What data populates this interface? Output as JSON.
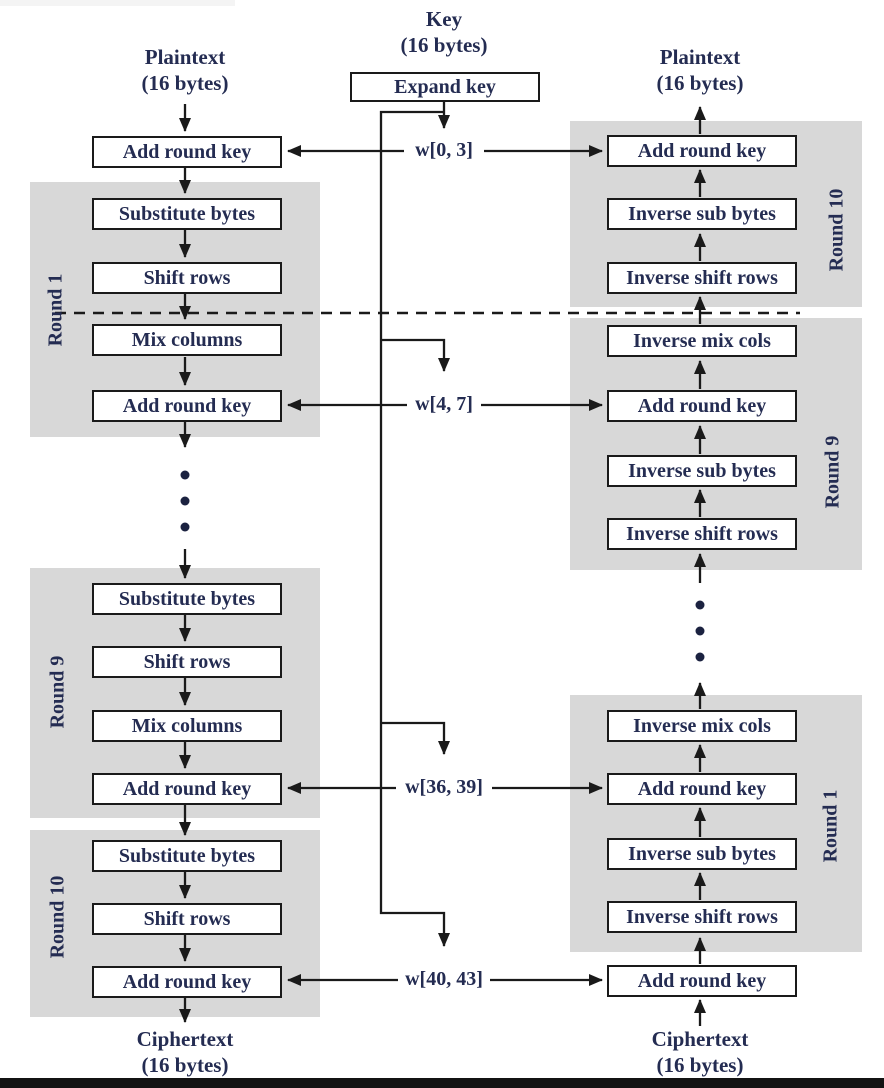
{
  "diagram": {
    "plaintext_top_left": {
      "line1": "Plaintext",
      "line2": "(16 bytes)"
    },
    "key_top": {
      "line1": "Key",
      "line2": "(16 bytes)"
    },
    "plaintext_top_right": {
      "line1": "Plaintext",
      "line2": "(16 bytes)"
    },
    "expand_key_label": "Expand key",
    "initial_add_round_key": "Add round key",
    "final_add_round_key": "Add round key",
    "ciphertext_bottom_left": {
      "line1": "Ciphertext",
      "line2": "(16 bytes)"
    },
    "ciphertext_bottom_right": {
      "line1": "Ciphertext",
      "line2": "(16 bytes)"
    },
    "w_labels": [
      "w[0, 3]",
      "w[4, 7]",
      "w[36, 39]",
      "w[40, 43]"
    ],
    "encryption_rounds": [
      {
        "label": "Round 1",
        "steps": [
          "Substitute bytes",
          "Shift rows",
          "Mix columns",
          "Add round key"
        ]
      },
      {
        "label": "Round 9",
        "steps": [
          "Substitute bytes",
          "Shift rows",
          "Mix columns",
          "Add round key"
        ]
      },
      {
        "label": "Round 10",
        "steps": [
          "Substitute bytes",
          "Shift rows",
          "Add round key"
        ]
      }
    ],
    "decryption_rounds": [
      {
        "label": "Round 10",
        "steps": [
          "Add round key",
          "Inverse sub bytes",
          "Inverse shift rows"
        ]
      },
      {
        "label": "Round 9",
        "steps": [
          "Inverse mix cols",
          "Add round key",
          "Inverse sub bytes",
          "Inverse shift rows"
        ]
      },
      {
        "label": "Round 1",
        "steps": [
          "Inverse mix cols",
          "Add round key",
          "Inverse sub bytes",
          "Inverse shift rows"
        ]
      }
    ],
    "colors": {
      "round_bg": "#d8d8d8",
      "text_ink": "#242c52",
      "line_ink": "#1a1a1a"
    }
  }
}
